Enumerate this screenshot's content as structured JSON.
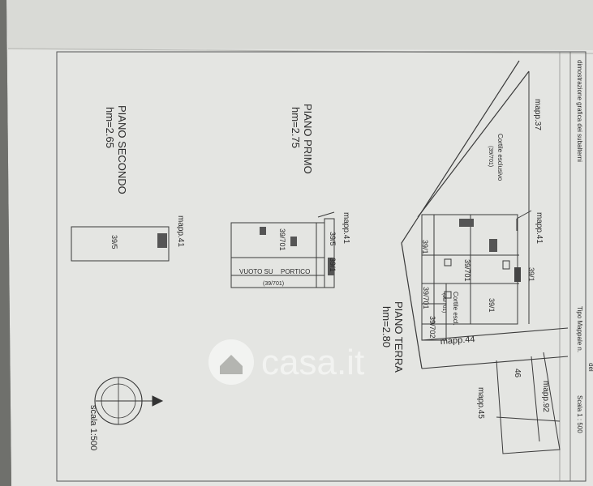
{
  "header": {
    "caption": "dimostrazione grafica dei subalterni",
    "tipo_label": "Tipo Mappale n.",
    "scala_header": "Scala 1 : 500",
    "del_label": "del"
  },
  "floors": {
    "terra": {
      "name": "PIANO TERRA",
      "height": "hm=2.80"
    },
    "primo": {
      "name": "PIANO PRIMO",
      "height": "hm=2.75"
    },
    "secondo": {
      "name": "PIANO SECONDO",
      "height": "hm=2.65"
    }
  },
  "parcels": {
    "mapp37": "mapp.37",
    "mapp41_terra": "mapp.41",
    "mapp41_primo": "mapp.41",
    "mapp41_secondo": "mapp.41",
    "mapp44": "mapp.44",
    "mapp92": "mapp.92",
    "mapp45": "mapp.45",
    "p46": "46"
  },
  "subalterni": {
    "cortile_escl_top_1": "Cortile esclusivo",
    "cortile_escl_top_2": "(39/701)",
    "s39_1_a": "39/1",
    "s39_1_b": "39/1",
    "s39_1_c": "39/1",
    "s39_701_a": "39/701",
    "s39_701_b": "39/701",
    "cortile_escl_small_1": "Cortile escl.",
    "cortile_escl_small_2": "(39/701)",
    "s39_702": "39/702",
    "primo_39_701": "39/701",
    "primo_39_5": "39/5",
    "primo_39_1": "39/1",
    "vuoto_su": "VUOTO SU",
    "portico": "PORTICO",
    "vuoto_ref": "(39/701)",
    "secondo_39_5": "39/5"
  },
  "scale_note": "scala 1:500",
  "watermark": "casa.it"
}
